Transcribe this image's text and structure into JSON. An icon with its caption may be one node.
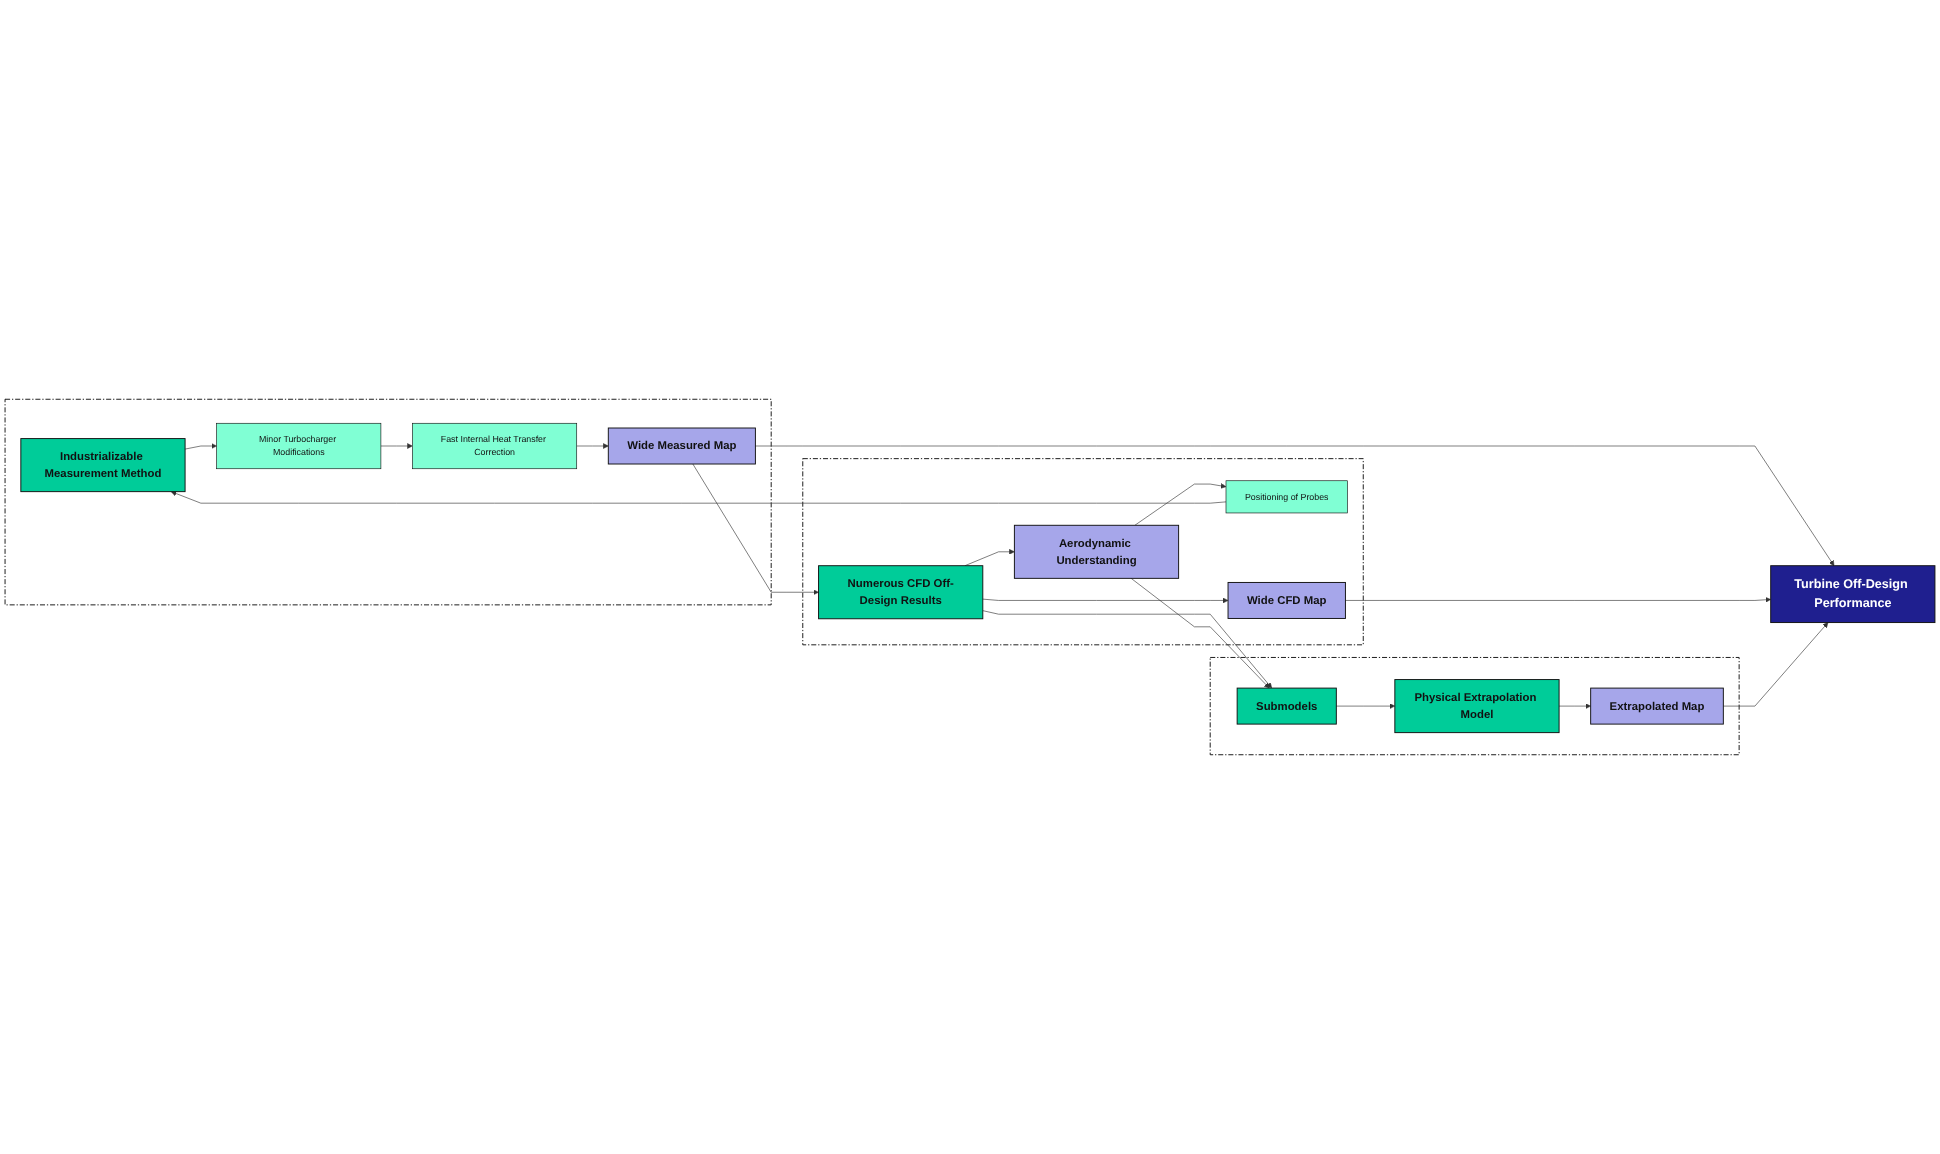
{
  "diagram": {
    "nodes": [
      {
        "text": [],
        "shape": "box"
      },
      {
        "text": [
          "Industrializable Measurement Method"
        ],
        "in": 0
      },
      {
        "text": [
          "Minor Turbocharger Modifications"
        ],
        "in": 0
      },
      {
        "text": [
          "Fast Internal Heat Transfer Correction"
        ],
        "in": 0
      },
      {
        "text": [
          "Wide Measured Map"
        ],
        "in": 0
      },
      {
        "text": [],
        "shape": "box"
      },
      {
        "text": [
          "Positioning of Probes"
        ],
        "in": 5
      },
      {
        "text": [
          "Numerous CFD Off-Design Results"
        ],
        "in": 5
      },
      {
        "text": [
          "Wide CFD Map"
        ],
        "in": 5
      },
      {
        "text": [
          "Aerodynamic Understanding"
        ],
        "in": 5
      },
      {
        "text": [],
        "shape": "box"
      },
      {
        "text": [
          "Submodels"
        ],
        "in": 10
      },
      {
        "text": [
          "Physical Extrapolation Model"
        ],
        "in": 10
      },
      {
        "text": [
          "Extrapolated Map"
        ],
        "in": 10
      },
      {
        "text": [
          "Turbine Off-Design Performance"
        ]
      }
    ],
    "edges": [
      {
        "from": 1,
        "to": 2,
        "arrow": "to"
      },
      {
        "from": 2,
        "to": 3,
        "arrow": "to"
      },
      {
        "from": 3,
        "to": 4,
        "arrow": "to"
      },
      {
        "from": 4,
        "to": 7,
        "arrow": "to"
      },
      {
        "from": 6,
        "to": 1,
        "arrow": "to"
      },
      {
        "from": 7,
        "to": 8,
        "arrow": "to"
      },
      {
        "from": 7,
        "to": 9,
        "arrow": "to"
      },
      {
        "from": 9,
        "to": 6,
        "arrow": "to"
      },
      {
        "from": 7,
        "to": 11,
        "arrow": "to"
      },
      {
        "from": 9,
        "to": 11,
        "arrow": "to"
      },
      {
        "from": 11,
        "to": 12,
        "arrow": "to"
      },
      {
        "from": 12,
        "to": 13,
        "arrow": "to"
      },
      {
        "from": 4,
        "to": 14,
        "arrow": "to"
      },
      {
        "from": 8,
        "to": 14,
        "arrow": "to"
      },
      {
        "from": 13,
        "to": 14,
        "arrow": "to"
      }
    ]
  }
}
